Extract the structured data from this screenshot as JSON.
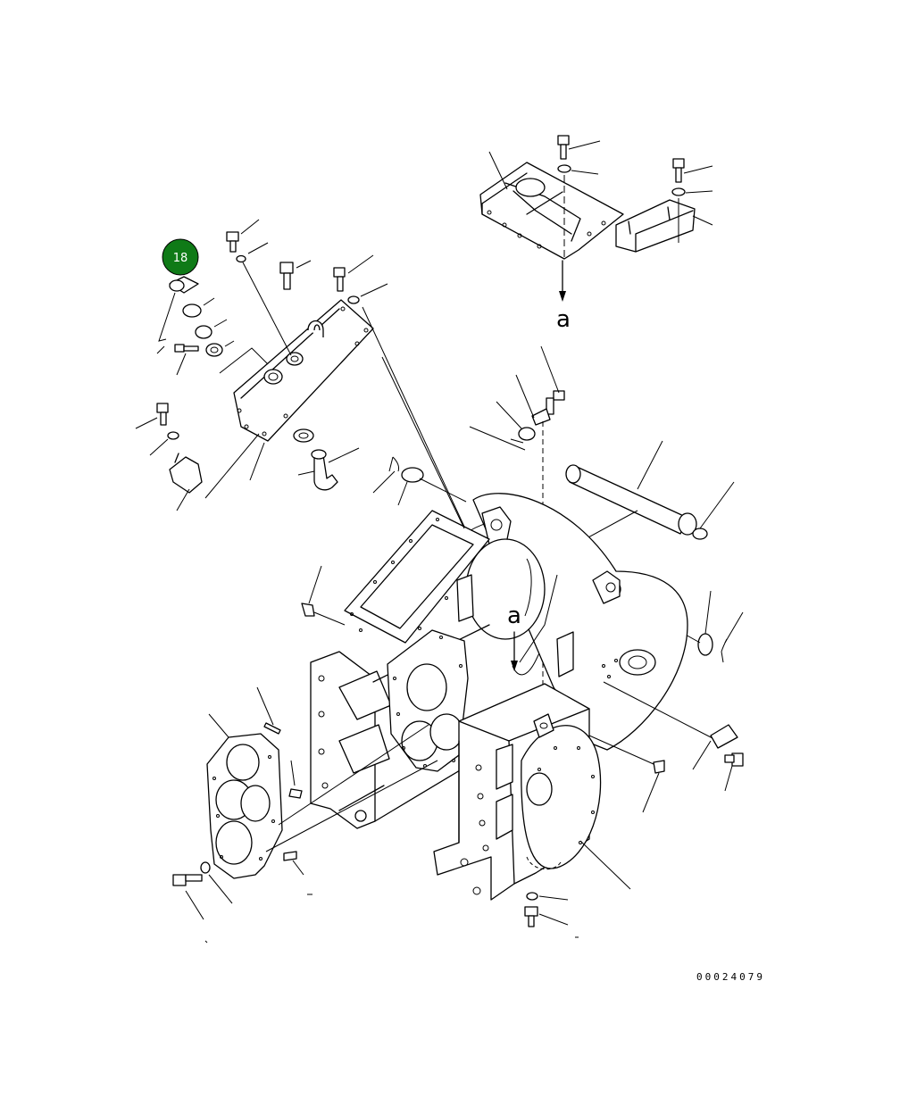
{
  "badge": {
    "label": "18",
    "color": "#0f7a17"
  },
  "view_labels": {
    "upper": "a",
    "lower": "a"
  },
  "drawing_code": "00024079"
}
